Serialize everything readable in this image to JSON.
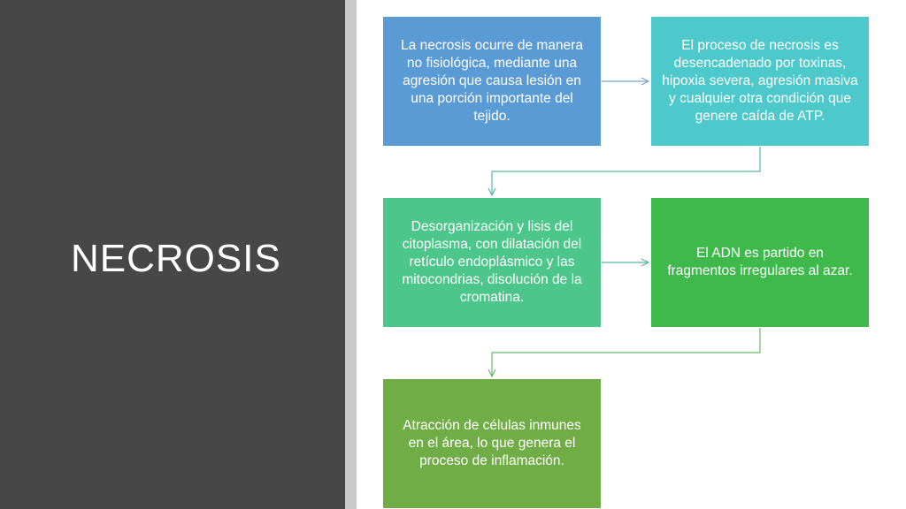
{
  "title": "NECROSIS",
  "steps": [
    {
      "text": "La necrosis ocurre de manera no fisiológica, mediante una agresión que causa lesión en una porción importante del tejido.",
      "color": "#5b9bd5"
    },
    {
      "text": "El proceso de necrosis es desencadenado por toxinas, hipoxia severa, agresión masiva y cualquier otra condición que genere caída de ATP.",
      "color": "#4dc9cc"
    },
    {
      "text": "Desorganización y lisis del citoplasma, con dilatación del retículo endoplásmico y las mitocondrias, disolución de la cromatina.",
      "color": "#4cc68a"
    },
    {
      "text": "El ADN es partido en fragmentos irregulares al azar.",
      "color": "#3fb94b"
    },
    {
      "text": "Atracción de células inmunes en el área, lo que genera el proceso de inflamación.",
      "color": "#70ad47"
    }
  ],
  "colors": {
    "left_panel": "#474747",
    "divider": "#c9c9c9",
    "connector_blue": "#7aa3cc",
    "connector_teal": "#5ab3a8",
    "connector_green": "#6cb86a"
  }
}
